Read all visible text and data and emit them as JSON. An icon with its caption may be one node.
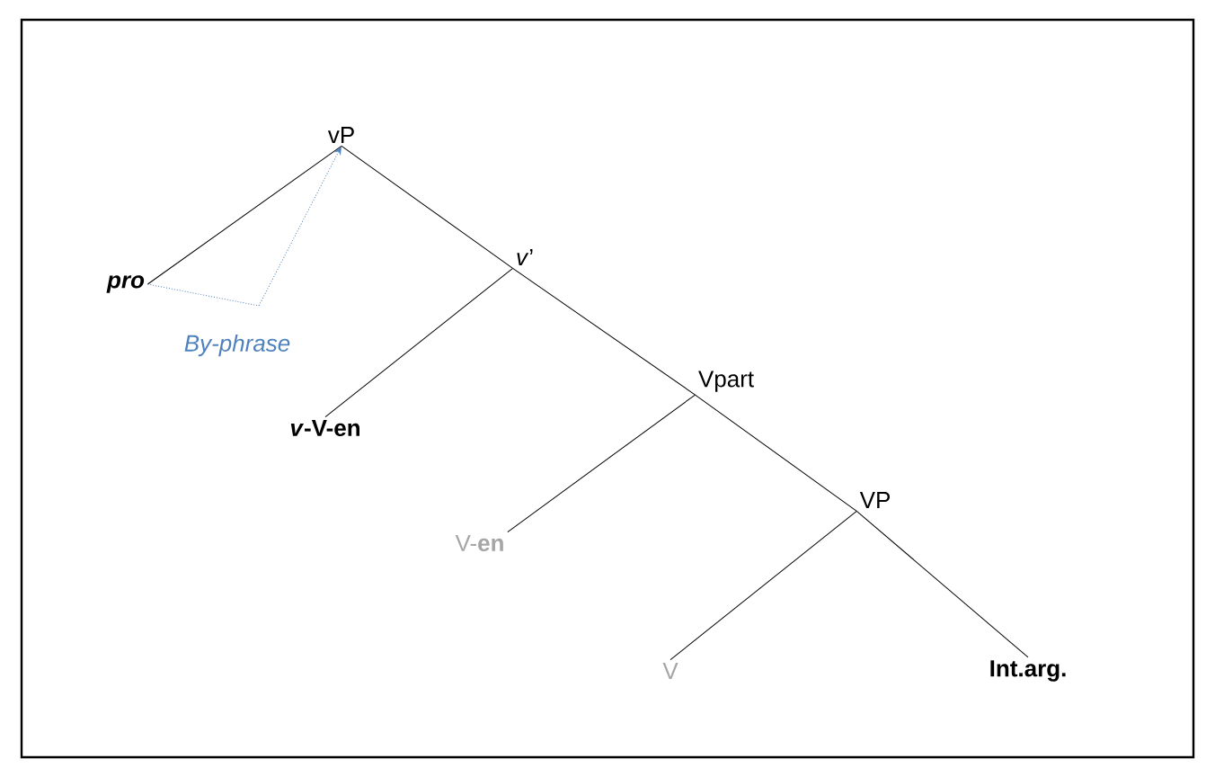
{
  "diagram": {
    "nodes": [
      {
        "text": [
          "vP"
        ]
      },
      {
        "text": [
          "pro"
        ]
      },
      {
        "text": [
          "*v*’"
        ]
      },
      {
        "text": [
          "*v*-V-en"
        ]
      },
      {
        "text": [
          "Vpart"
        ]
      },
      {
        "text": [
          "V-**en**"
        ]
      },
      {
        "text": [
          "VP"
        ]
      },
      {
        "text": [
          "V"
        ]
      },
      {
        "text": [
          "Int.arg."
        ]
      }
    ],
    "edges": [
      {
        "from": 0,
        "to": 1,
        "arrow": "none"
      },
      {
        "from": 0,
        "to": 2,
        "arrow": "none"
      },
      {
        "from": 2,
        "to": 3,
        "arrow": "none"
      },
      {
        "from": 2,
        "to": 4,
        "arrow": "none"
      },
      {
        "from": 4,
        "to": 5,
        "arrow": "none"
      },
      {
        "from": 4,
        "to": 6,
        "arrow": "none"
      },
      {
        "from": 6,
        "to": 7,
        "arrow": "none"
      },
      {
        "from": 6,
        "to": 8,
        "arrow": "none"
      },
      {
        "from": 1,
        "to": 0,
        "arrow": "to",
        "style": "dashed",
        "color": "#4f81bd",
        "label": "By-phrase"
      }
    ]
  }
}
